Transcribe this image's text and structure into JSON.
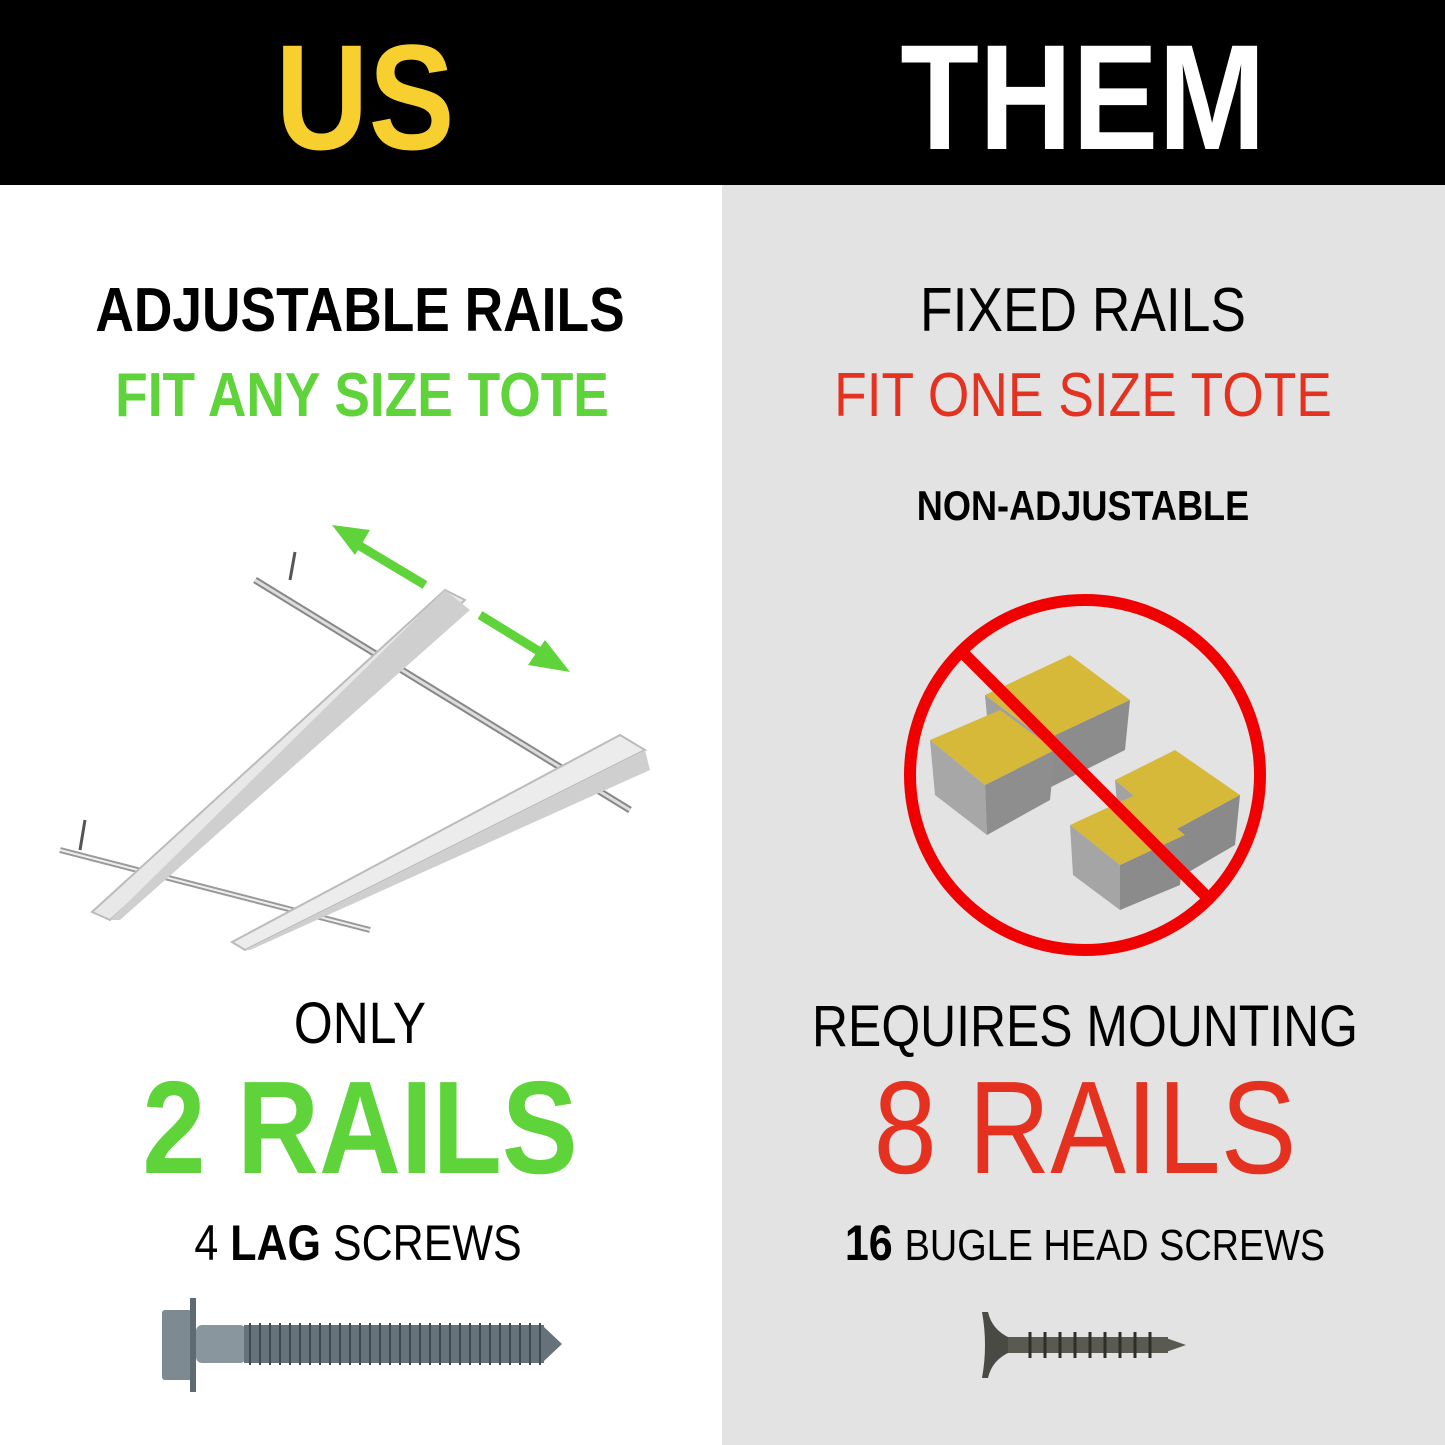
{
  "header": {
    "left_title": "US",
    "right_title": "THEM"
  },
  "colors": {
    "yellow": "#f7cf2e",
    "green": "#5fd33a",
    "red": "#e5311f",
    "black": "#000000",
    "gray_bg": "#e3e3e3"
  },
  "us": {
    "headline": "ADJUSTABLE RAILS",
    "subline": "FIT ANY SIZE TOTE",
    "only": "ONLY",
    "rail_count": "2 RAILS",
    "screws_count": "4",
    "screws_type": "LAG",
    "screws_word": "SCREWS"
  },
  "them": {
    "headline": "FIXED RAILS",
    "subline": "FIT ONE SIZE TOTE",
    "note": "NON-ADJUSTABLE",
    "requires": "REQUIRES MOUNTING",
    "rail_count": "8 RAILS",
    "screws_count": "16",
    "screws_type": "BUGLE HEAD SCREWS"
  }
}
